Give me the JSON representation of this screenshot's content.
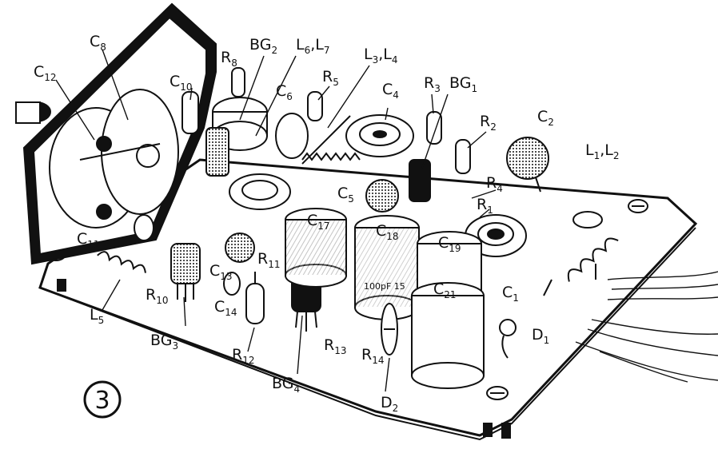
{
  "figure_number": "3",
  "labels": {
    "C12": {
      "main": "C",
      "sub": "12"
    },
    "C8": {
      "main": "C",
      "sub": "8"
    },
    "C10": {
      "main": "C",
      "sub": "10"
    },
    "R8": {
      "main": "R",
      "sub": "8"
    },
    "BG2": {
      "main": "BG",
      "sub": "2"
    },
    "L6L7": {
      "main": "L",
      "sub": "6",
      "sep": ",L",
      "sub2": "7"
    },
    "L3L4": {
      "main": "L",
      "sub": "3",
      "sep": ",L",
      "sub2": "4"
    },
    "R5": {
      "main": "R",
      "sub": "5"
    },
    "C6": {
      "main": "C",
      "sub": "6"
    },
    "C4": {
      "main": "C",
      "sub": "4"
    },
    "R3": {
      "main": "R",
      "sub": "3"
    },
    "BG1": {
      "main": "BG",
      "sub": "1"
    },
    "R2": {
      "main": "R",
      "sub": "2"
    },
    "C2": {
      "main": "C",
      "sub": "2"
    },
    "L1L2": {
      "main": "L",
      "sub": "1",
      "sep": ",L",
      "sub2": "2"
    },
    "R4": {
      "main": "R",
      "sub": "4"
    },
    "R1": {
      "main": "R",
      "sub": "1"
    },
    "C5": {
      "main": "C",
      "sub": "5"
    },
    "C17": {
      "main": "C",
      "sub": "17"
    },
    "C18": {
      "main": "C",
      "sub": "18"
    },
    "C19": {
      "main": "C",
      "sub": "19"
    },
    "C21": {
      "main": "C",
      "sub": "21"
    },
    "C1": {
      "main": "C",
      "sub": "1"
    },
    "D1": {
      "main": "D",
      "sub": "1"
    },
    "C11": {
      "main": "C",
      "sub": "11"
    },
    "L5": {
      "main": "L",
      "sub": "5"
    },
    "R10": {
      "main": "R",
      "sub": "10"
    },
    "BG3": {
      "main": "BG",
      "sub": "3"
    },
    "C13": {
      "main": "C",
      "sub": "13"
    },
    "C14": {
      "main": "C",
      "sub": "14"
    },
    "R11": {
      "main": "R",
      "sub": "11"
    },
    "R12": {
      "main": "R",
      "sub": "12"
    },
    "BG4": {
      "main": "BG",
      "sub": "4"
    },
    "R13": {
      "main": "R",
      "sub": "13"
    },
    "R14": {
      "main": "R",
      "sub": "14"
    },
    "D2": {
      "main": "D",
      "sub": "2"
    }
  },
  "capacitor_marking": "100pF 15"
}
